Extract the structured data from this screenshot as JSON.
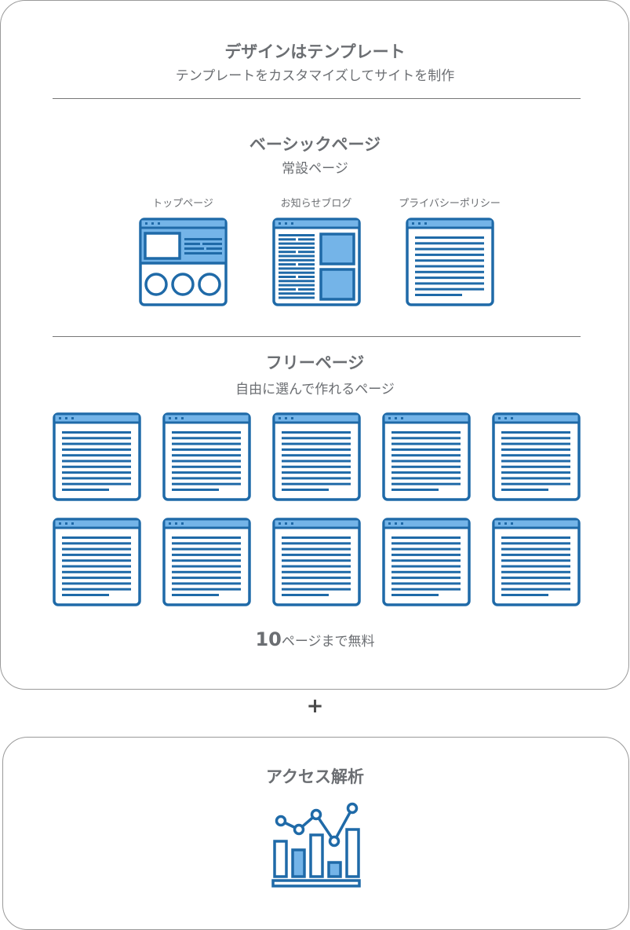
{
  "header": {
    "title": "デザインはテンプレート",
    "subtitle": "テンプレートをカスタマイズしてサイトを制作"
  },
  "basic": {
    "title": "ベーシックページ",
    "subtitle": "常設ページ",
    "pages": [
      {
        "label": "トップページ"
      },
      {
        "label": "お知らせブログ"
      },
      {
        "label": "プライバシーポリシー"
      }
    ]
  },
  "free": {
    "title": "フリーページ",
    "subtitle": "自由に選んで作れるページ",
    "count": 10,
    "note_num": "10",
    "note_text": "ページまで無料"
  },
  "plus": "+",
  "analytics": {
    "title": "アクセス解析"
  },
  "colors": {
    "dark": "#1f6aa8",
    "light": "#74b4e8",
    "text": "#6b6e72"
  }
}
